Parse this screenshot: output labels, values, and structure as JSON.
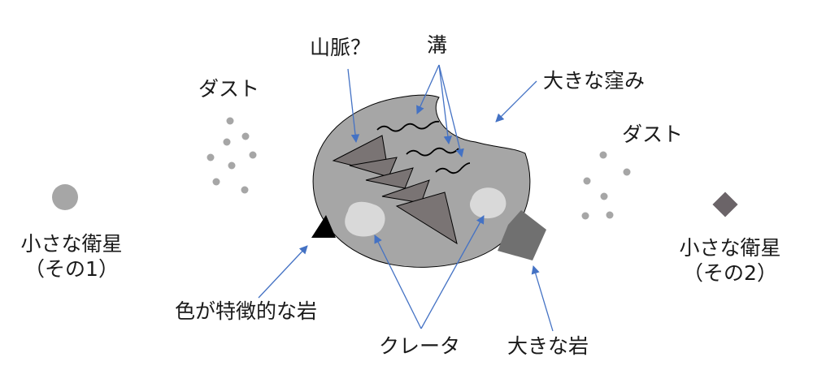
{
  "labels": {
    "mountain": "山脈？",
    "groove": "溝",
    "big_dent": "大きな窪み",
    "dust_left": "ダスト",
    "dust_right": "ダスト",
    "moon1_line1": "小さな衛星",
    "moon1_line2": "（その1）",
    "moon2_line1": "小さな衛星",
    "moon2_line2": "（その2）",
    "colored_rock": "色が特徴的な岩",
    "crater": "クレータ",
    "big_rock": "大きな岩"
  },
  "colors": {
    "body_fill": "#a6a6a6",
    "body_stroke": "#000000",
    "ridge_fill": "#7a7474",
    "crater_fill": "#d9d9d9",
    "big_rock_fill": "#707070",
    "colored_rock_fill": "#000000",
    "moon1_fill": "#a6a6a6",
    "moon2_fill": "#6b6468",
    "dust_fill": "#a6a6a6",
    "arrow": "#4472c4",
    "groove_line": "#000000"
  }
}
